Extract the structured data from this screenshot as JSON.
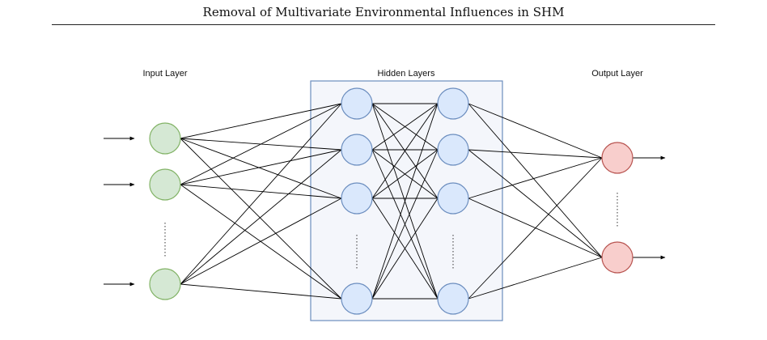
{
  "header": {
    "running_title": "Removal of Multivariate Environmental Influences in SHM"
  },
  "diagram": {
    "labels": {
      "input": "Input Layer",
      "hidden": "Hidden Layers",
      "output": "Output Layer"
    },
    "layers": [
      {
        "name": "input",
        "visible_nodes": 3,
        "has_ellipsis": true,
        "node_fill": "#d5e8d4",
        "node_stroke": "#82b366"
      },
      {
        "name": "hidden-1",
        "visible_nodes": 4,
        "has_ellipsis": true,
        "node_fill": "#dae8fc",
        "node_stroke": "#6c8ebf"
      },
      {
        "name": "hidden-2",
        "visible_nodes": 4,
        "has_ellipsis": true,
        "node_fill": "#dae8fc",
        "node_stroke": "#6c8ebf"
      },
      {
        "name": "output",
        "visible_nodes": 2,
        "has_ellipsis": true,
        "node_fill": "#f8cecc",
        "node_stroke": "#b85450"
      }
    ],
    "connections": "fully-connected",
    "hidden_box": {
      "fill": "#f4f6fb",
      "stroke": "#6c8ebf"
    },
    "edge_color": "#000000"
  }
}
